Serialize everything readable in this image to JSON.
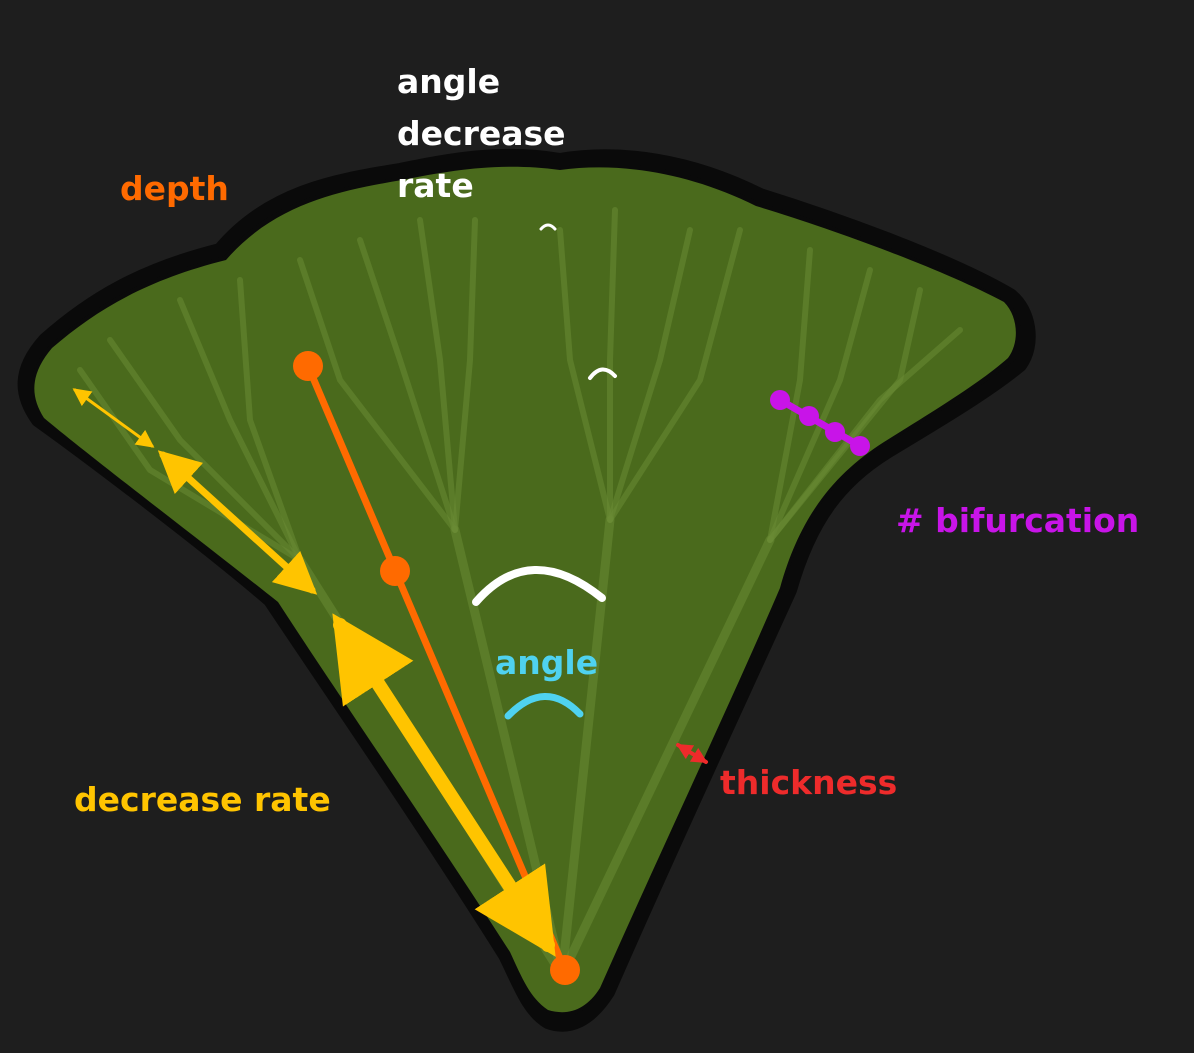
{
  "labels": {
    "depth": "depth",
    "angle_decrease_rate": [
      "angle",
      "decrease",
      "rate"
    ],
    "bifurcation": "# bifurcation",
    "angle": "angle",
    "thickness": "thickness",
    "decrease_rate": "decrease rate"
  },
  "colors": {
    "background": "#1e1e1e",
    "fan_outline": "#0a0a0a",
    "fan_fill": "#4a6a1c",
    "branch": "#6a8a34",
    "depth": "#ff6a00",
    "angle_decrease_rate": "#ffffff",
    "bifurcation": "#c814e8",
    "angle": "#4fd2f0",
    "thickness": "#ee2b2b",
    "decrease_rate": "#ffc400"
  }
}
